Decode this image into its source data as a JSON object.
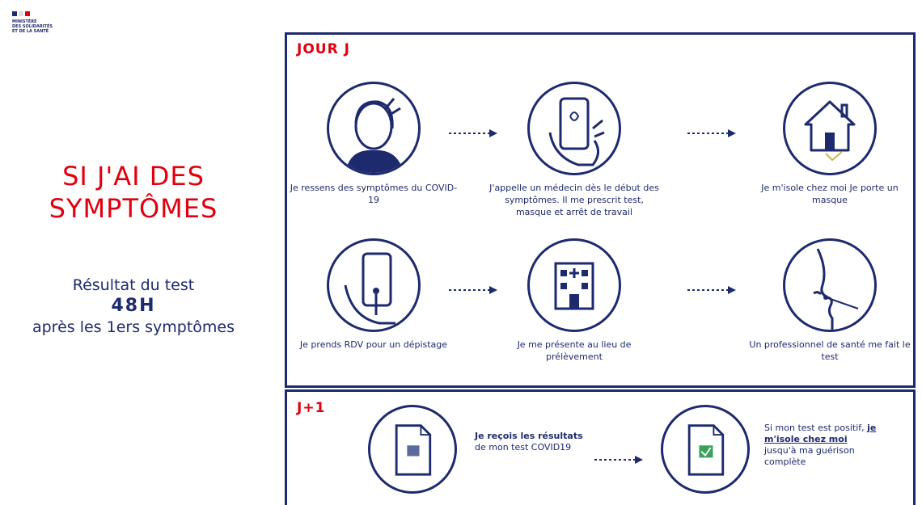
{
  "logo": {
    "text": "MINISTÈRE\nDES SOLIDARITÉS\nET DE LA SANTÉ",
    "colors": [
      "#1e2a6e",
      "#ffffff",
      "#e1000f"
    ]
  },
  "left": {
    "title_line1": "SI J'AI DES",
    "title_line2": "SYMPTÔMES",
    "result_line1": "Résultat du test",
    "result_line2": "48H",
    "result_line3": "après les 1ers symptômes"
  },
  "jour_j": {
    "label": "JOUR J",
    "steps": [
      {
        "icon": "person-head-icon",
        "caption": "Je ressens des symptômes du COVID-19"
      },
      {
        "icon": "phone-call-icon",
        "caption": "J'appelle un médecin dès le début des symptômes. Il me prescrit test, masque et arrêt de travail"
      },
      {
        "icon": "house-icon",
        "caption": "Je m'isole chez moi Je porte un masque"
      },
      {
        "icon": "phone-appointment-icon",
        "caption": "Je prends RDV pour un dépistage"
      },
      {
        "icon": "building-icon",
        "caption": "Je me présente au lieu de prélèvement"
      },
      {
        "icon": "nasal-swab-icon",
        "caption": "Un professionnel de santé me fait le test"
      }
    ]
  },
  "j_plus_1": {
    "label": "J+1",
    "step1_icon": "result-document-icon",
    "step1_text_bold": "Je reçois les résultats",
    "step1_text_rest": "de mon test COVID19",
    "step2_icon": "positive-document-icon",
    "step2_text_a": "Si mon test est positif,",
    "step2_text_u": "je m'isole chez moi",
    "step2_text_b": "jusqu'à ma guérison complète"
  },
  "colors": {
    "navy": "#1e2a6e",
    "red": "#e1000f",
    "green": "#3aa35a",
    "grey_blue": "#5c6a9c"
  }
}
